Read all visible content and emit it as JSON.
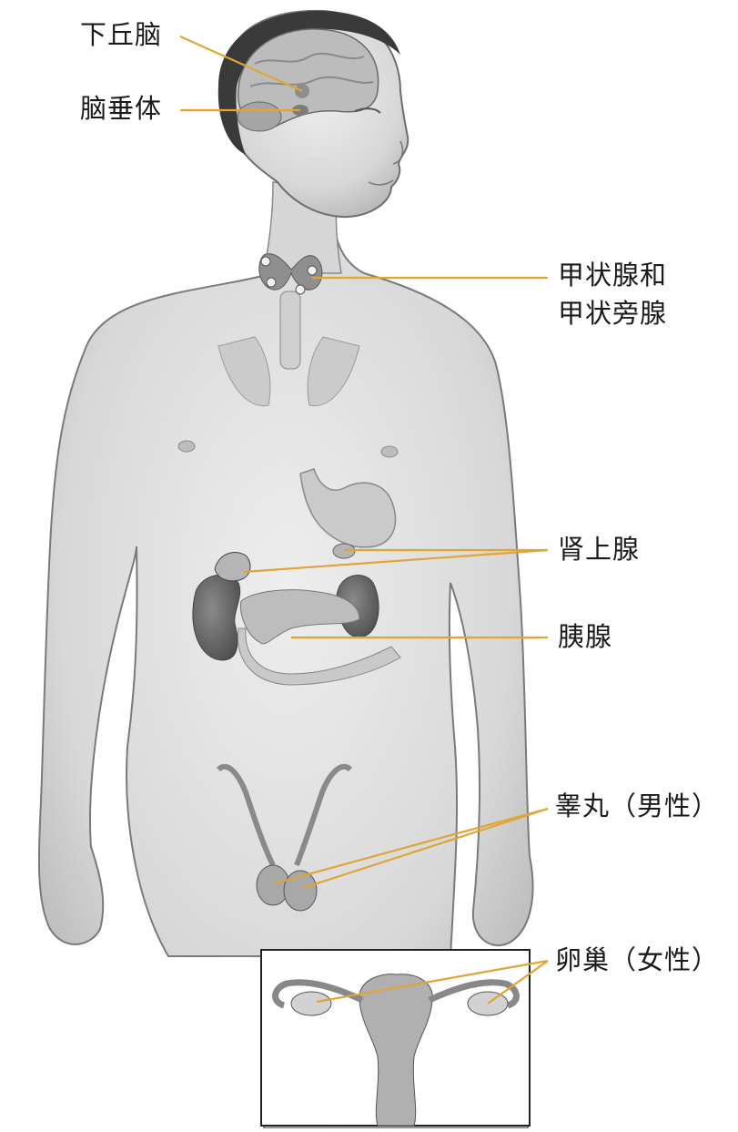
{
  "labels": {
    "hypothalamus": "下丘脑",
    "pituitary": "脑垂体",
    "thyroid_line1": "甲状腺和",
    "thyroid_line2": "甲状旁腺",
    "adrenal": "肾上腺",
    "pancreas": "胰腺",
    "testes": "睾丸（男性）",
    "ovaries": "卵巢（女性）"
  },
  "colors": {
    "leader_line": "#e0a437",
    "body_fill": "#dcdcdc",
    "body_outline": "#6e6e6e",
    "organ_dark": "#6d6d6d",
    "organ_light": "#bdbdbd"
  }
}
